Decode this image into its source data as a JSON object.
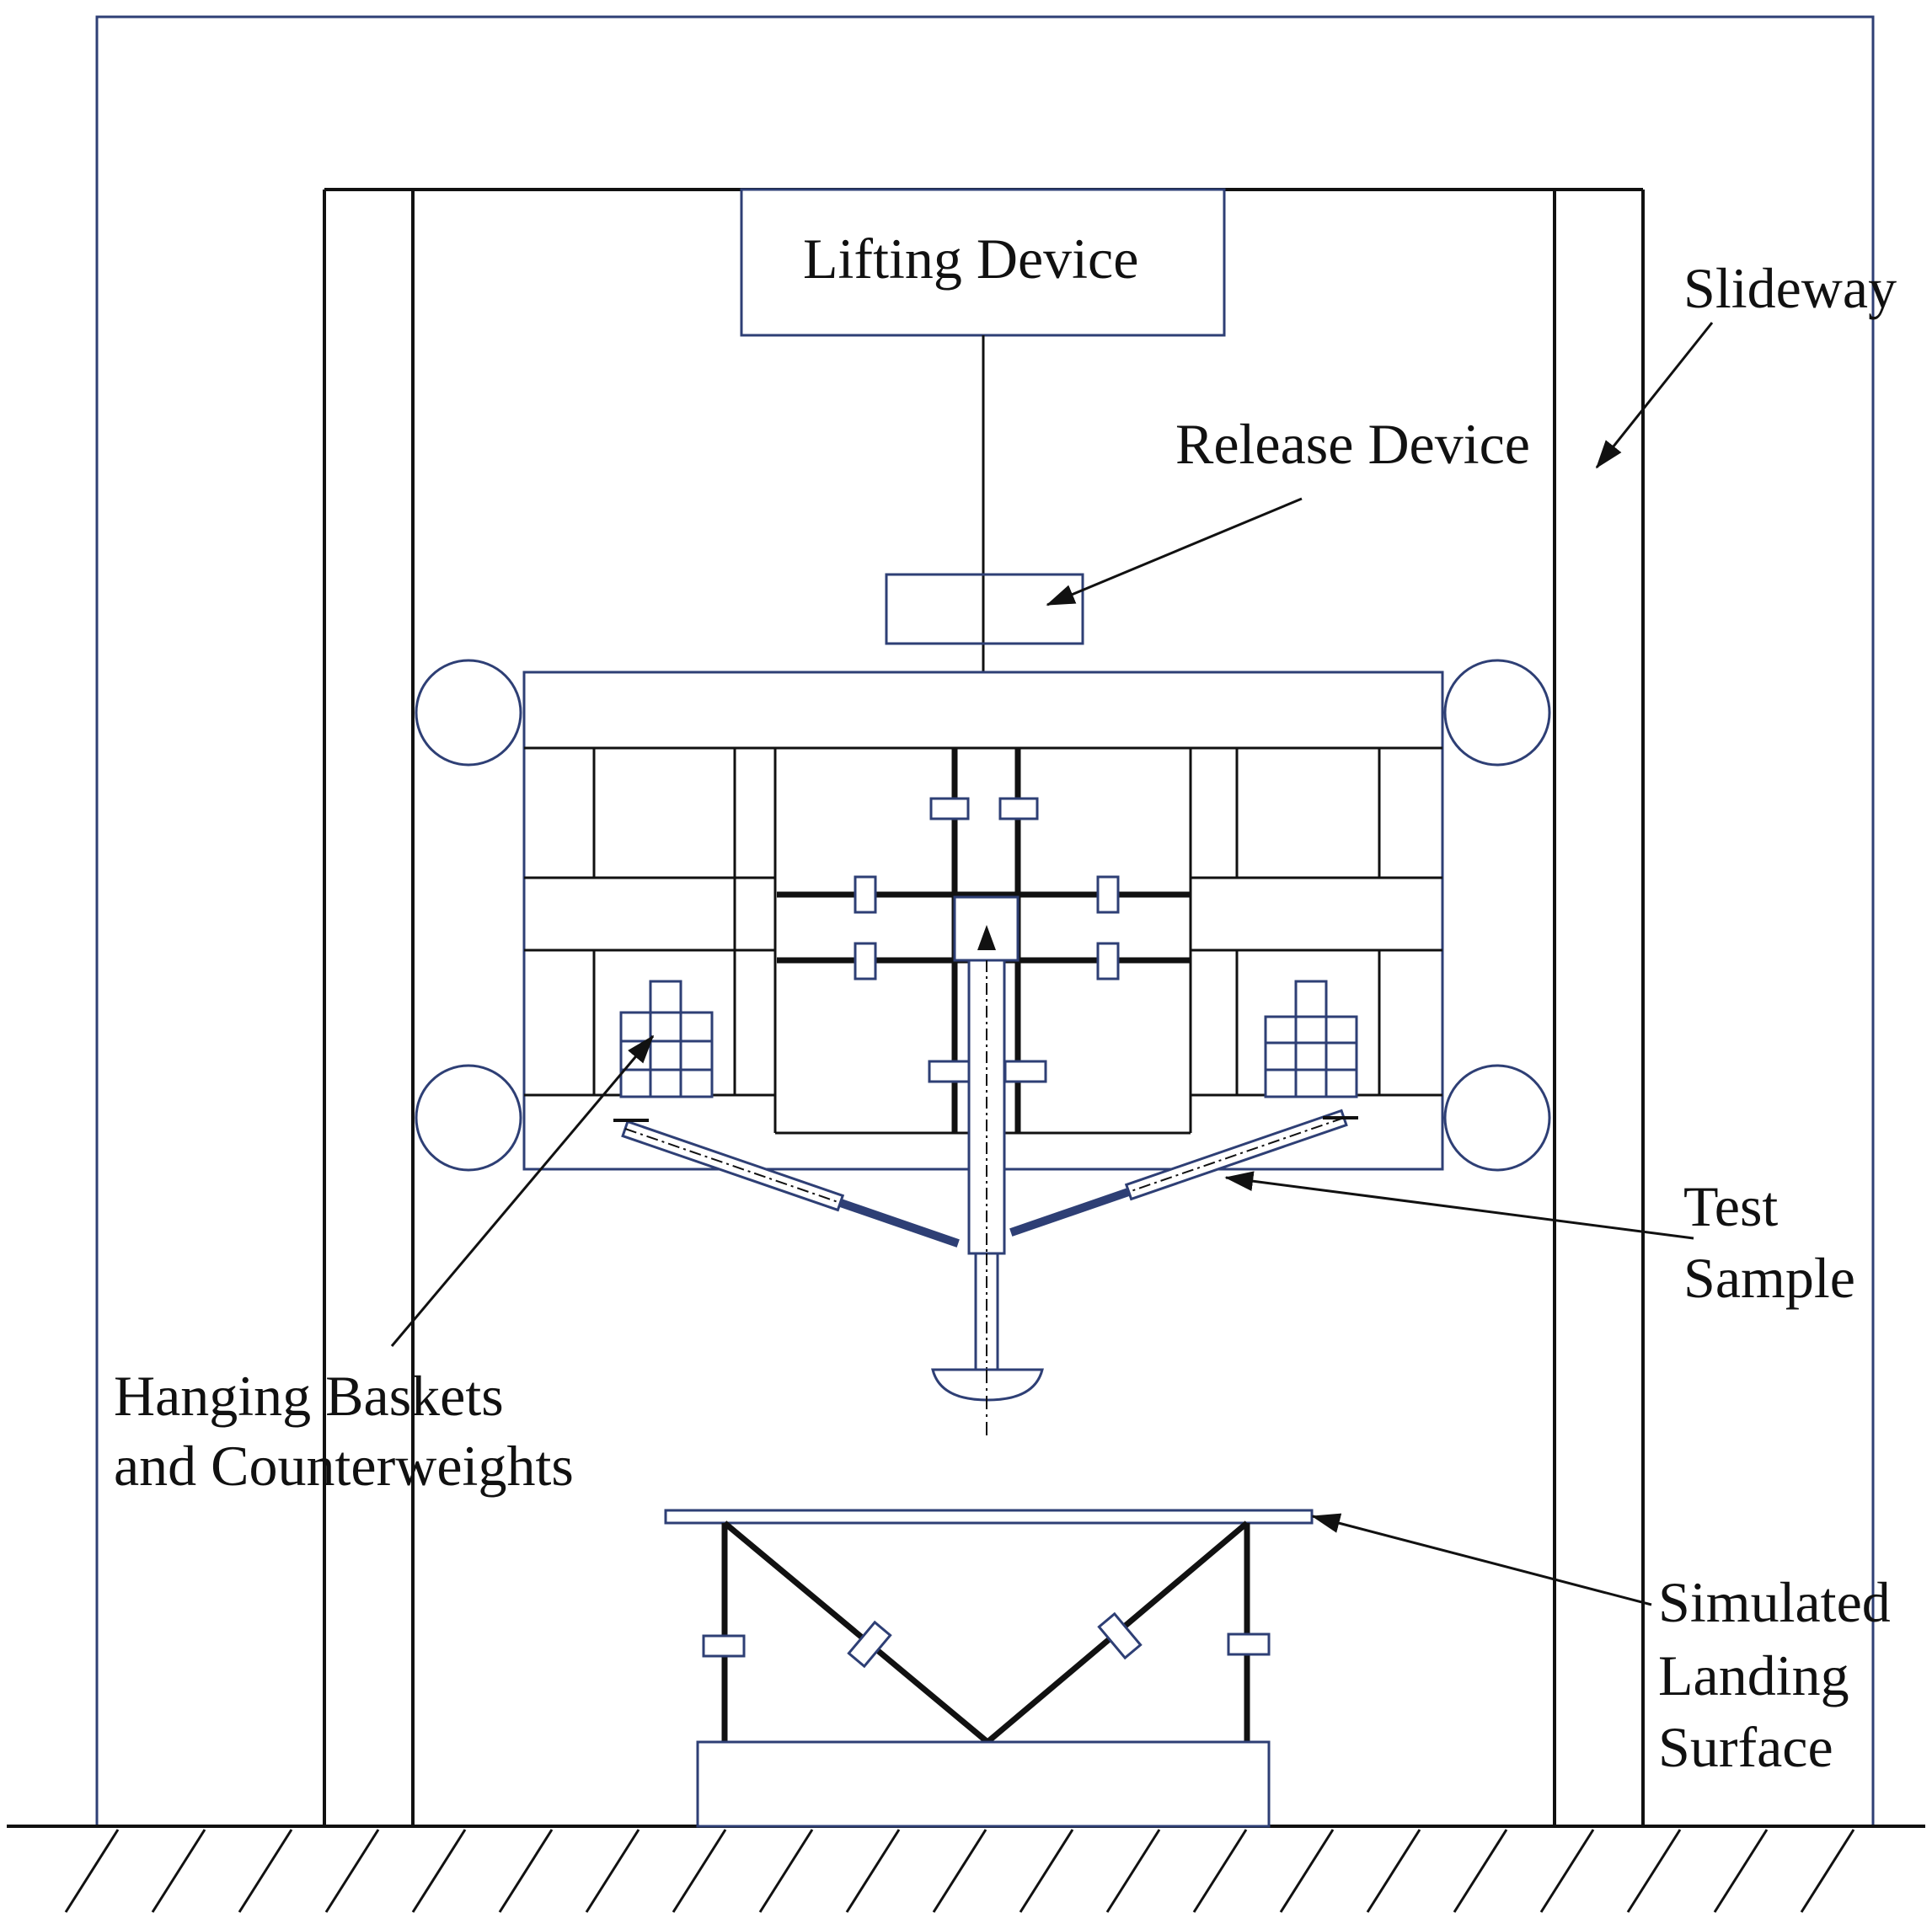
{
  "diagram": {
    "labels": {
      "lifting_device": "Lifting Device",
      "release_device": "Release Device",
      "slideway": "Slideway",
      "test_sample_line1": "Test",
      "test_sample_line2": "Sample",
      "hanging_line1": "Hanging Baskets",
      "hanging_line2": "and Counterweights",
      "landing_line1": "Simulated",
      "landing_line2": "Landing",
      "landing_line3": "Surface"
    },
    "colors": {
      "outline_blue": "#2e3f75",
      "line_black": "#111111",
      "background": "#ffffff"
    }
  }
}
